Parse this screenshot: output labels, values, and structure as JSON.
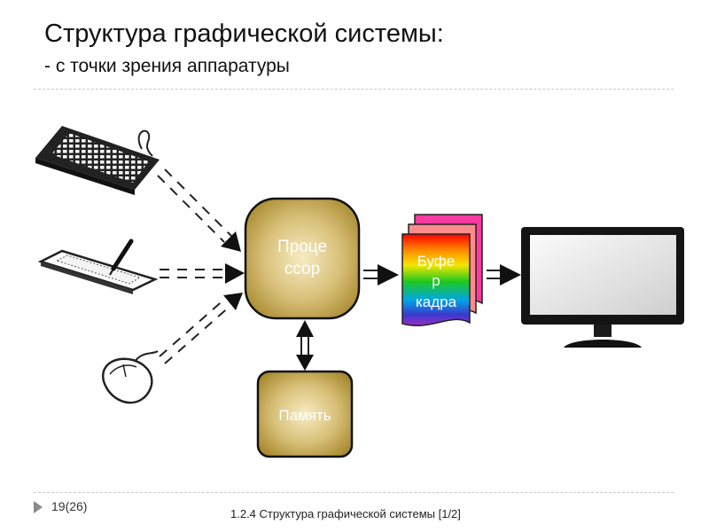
{
  "header": {
    "title": "Структура графической системы:",
    "subtitle": "- с точки зрения аппаратуры"
  },
  "diagram": {
    "processor_label": [
      "Проце",
      "ссор"
    ],
    "memory_label": "Память",
    "buffer_label": [
      "Буфе",
      "р",
      "кадра"
    ],
    "input_devices": [
      "keyboard",
      "graphics-tablet",
      "mouse"
    ],
    "output_device": "monitor",
    "colors": {
      "block_fill": "#cdb45f",
      "block_dark": "#a88a30",
      "block_text": "#ffffff"
    }
  },
  "footer": {
    "page": "19(26)",
    "section": "1.2.4 Структура графической системы   [1/2]"
  }
}
